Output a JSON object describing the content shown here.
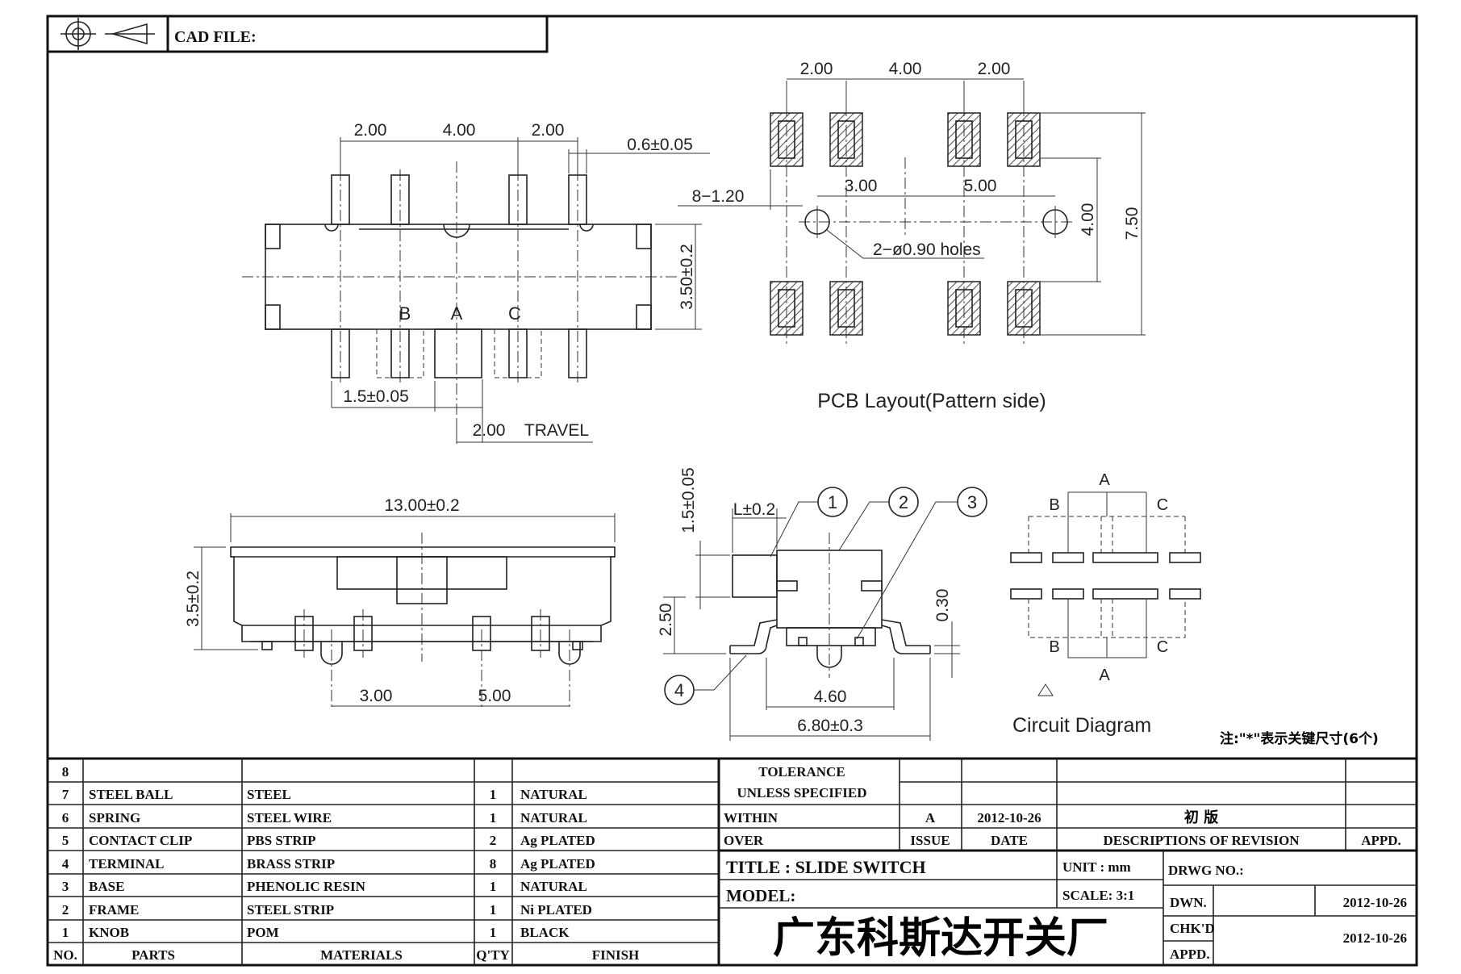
{
  "header": {
    "cad_file_label": "CAD FILE:"
  },
  "top_view": {
    "dims_top": [
      "2.00",
      "4.00",
      "2.00"
    ],
    "pin_width": "0.6±0.05",
    "height": "3.50±0.2",
    "positions": [
      "B",
      "A",
      "C"
    ],
    "knob_offset": "1.5±0.05",
    "travel_value": "2.00",
    "travel_label": "TRAVEL"
  },
  "pcb": {
    "dims_top": [
      "2.00",
      "4.00",
      "2.00"
    ],
    "pad_size": "8−1.20",
    "hole_dims": [
      "3.00",
      "5.00"
    ],
    "pitch_v": "4.00",
    "total_v": "7.50",
    "holes_label": "2−ø0.90  holes",
    "title": "PCB  Layout(Pattern  side)"
  },
  "front_view": {
    "length": "13.00±0.2",
    "height": "3.5±0.2",
    "peg_dims": [
      "3.00",
      "5.00"
    ]
  },
  "side_view": {
    "knob_h": "1.5±0.05",
    "knob_l": "L±0.2",
    "body_h": "2.50",
    "lead_t": "0.30",
    "inner_w": "4.60",
    "outer_w": "6.80±0.3",
    "balloons": [
      "1",
      "2",
      "3",
      "4"
    ]
  },
  "circuit": {
    "labels_top": [
      "A",
      "B",
      "C"
    ],
    "labels_bottom": [
      "B",
      "C",
      "A"
    ],
    "title": "Circuit  Diagram",
    "note": "注:\"*\"表示关键尺寸(6个)"
  },
  "bom": {
    "col_headers": [
      "NO.",
      "PARTS",
      "MATERIALS",
      "Q'TY",
      "FINISH"
    ],
    "rows": [
      {
        "no": "8",
        "part": "",
        "material": "",
        "qty": "",
        "finish": ""
      },
      {
        "no": "7",
        "part": "STEEL BALL",
        "material": "STEEL",
        "qty": "1",
        "finish": "NATURAL"
      },
      {
        "no": "6",
        "part": "SPRING",
        "material": "STEEL WIRE",
        "qty": "1",
        "finish": "NATURAL"
      },
      {
        "no": "5",
        "part": "CONTACT CLIP",
        "material": "PBS STRIP",
        "qty": "2",
        "finish": "Ag PLATED"
      },
      {
        "no": "4",
        "part": "TERMINAL",
        "material": "BRASS STRIP",
        "qty": "8",
        "finish": "Ag PLATED"
      },
      {
        "no": "3",
        "part": "BASE",
        "material": "PHENOLIC RESIN",
        "qty": "1",
        "finish": "NATURAL"
      },
      {
        "no": "2",
        "part": "FRAME",
        "material": "STEEL STRIP",
        "qty": "1",
        "finish": "Ni PLATED"
      },
      {
        "no": "1",
        "part": "KNOB",
        "material": "POM",
        "qty": "1",
        "finish": "BLACK"
      }
    ]
  },
  "title_block": {
    "tolerance": "TOLERANCE",
    "unless": "UNLESS  SPECIFIED",
    "within": "WITHIN",
    "over": "OVER",
    "issue_val": "A",
    "date_val": "2012-10-26",
    "rev_desc": "初  版",
    "issue_label": "ISSUE",
    "date_label": "DATE",
    "desc_label": "DESCRIPTIONS  OF  REVISION",
    "appd_label": "APPD.",
    "title": "TITLE :  SLIDE  SWITCH",
    "unit": "UNIT :   mm",
    "drwg_no": "DRWG  NO.:",
    "model": "MODEL:",
    "scale": "SCALE:  3:1",
    "dwn_label": "DWN.",
    "dwn_date": "2012-10-26",
    "chkd_label": "CHK'D",
    "chkd_date": "2012-10-26",
    "appd2_label": "APPD.",
    "company": "广东科斯达开关厂"
  }
}
